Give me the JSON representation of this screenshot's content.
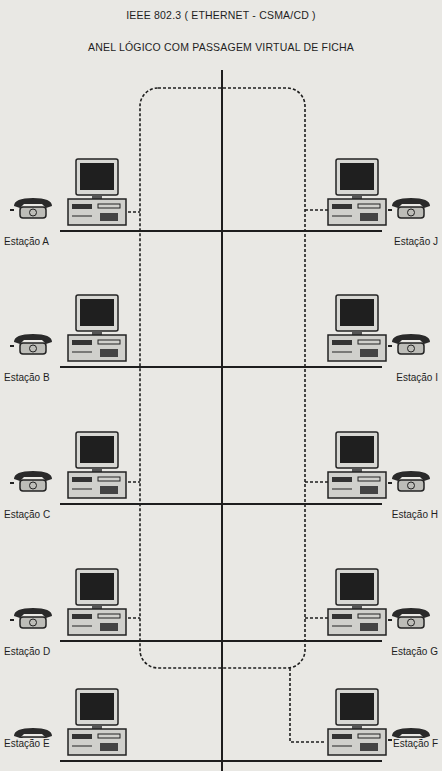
{
  "diagram": {
    "title": "IEEE 802.3 ( ETHERNET - CSMA/CD )",
    "labels": [
      "ANEL LÓGICO COM PASSAGEM VIRTUAL DE FICHA",
      "Estação A",
      "Estação B",
      "Estação C",
      "Estação D",
      "Estação E",
      "Estação J",
      "Estação I",
      "Estação H",
      "Estação G",
      "Estação F"
    ]
  }
}
